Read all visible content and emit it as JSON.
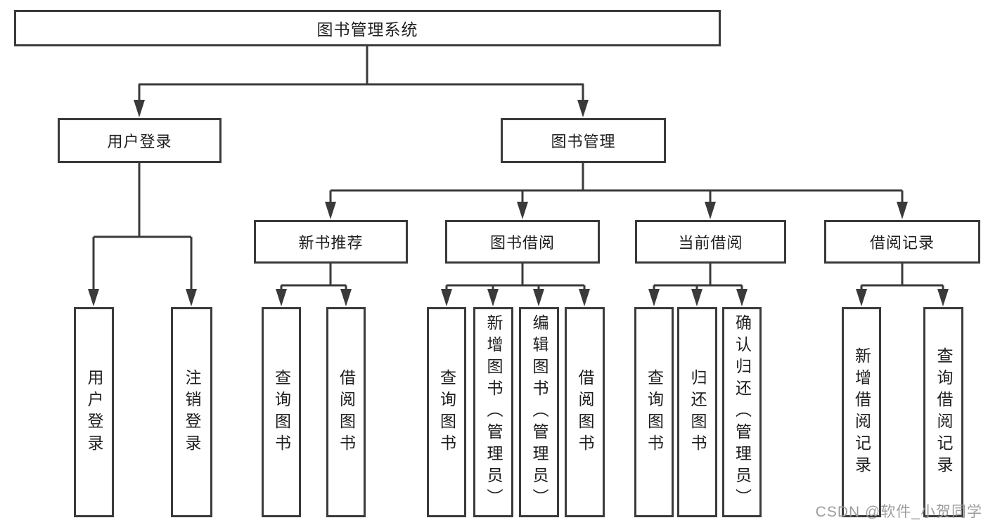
{
  "root": {
    "label": "图书管理系统"
  },
  "login_branch": {
    "label": "用户登录",
    "children": [
      {
        "label": "用户登录"
      },
      {
        "label": "注销登录"
      }
    ]
  },
  "mgmt_branch": {
    "label": "图书管理",
    "modules": [
      {
        "label": "新书推荐",
        "children": [
          {
            "label": "查询图书"
          },
          {
            "label": "借阅图书"
          }
        ]
      },
      {
        "label": "图书借阅",
        "children": [
          {
            "label": "查询图书"
          },
          {
            "label": "新增图书（管理员）"
          },
          {
            "label": "编辑图书（管理员）"
          },
          {
            "label": "借阅图书"
          }
        ]
      },
      {
        "label": "当前借阅",
        "children": [
          {
            "label": "查询图书"
          },
          {
            "label": "归还图书"
          },
          {
            "label": "确认归还（管理员）"
          }
        ]
      },
      {
        "label": "借阅记录",
        "children": [
          {
            "label": "新增借阅记录"
          },
          {
            "label": "查询借阅记录"
          }
        ]
      }
    ]
  },
  "watermark": {
    "text": "CSDN @软件_小贺同学"
  },
  "colors": {
    "line": "#3a3a3a",
    "text": "#1e1e1e",
    "watermark": "#9c9ca1",
    "background": "#ffffff"
  }
}
